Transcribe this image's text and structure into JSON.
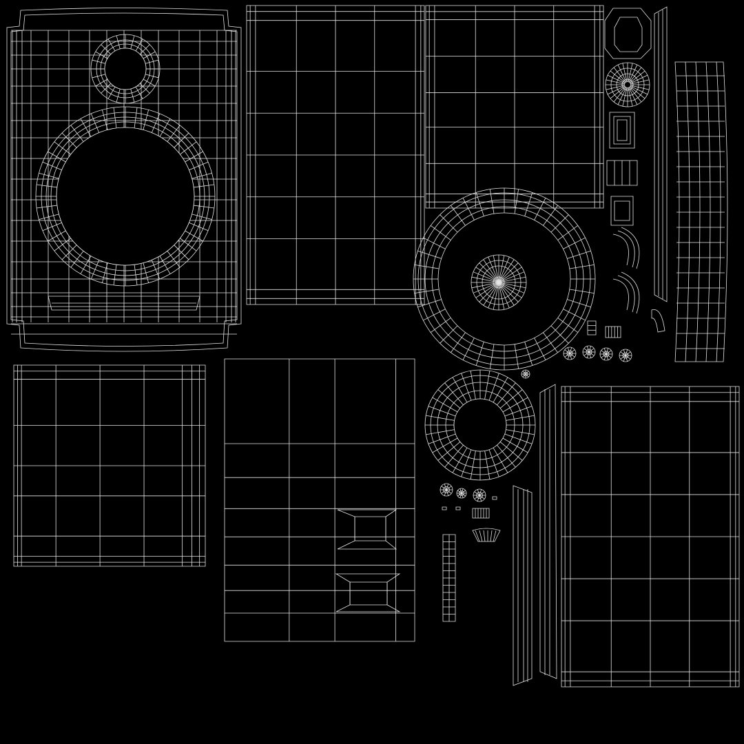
{
  "texture": {
    "background_color": "#000000",
    "wire_color": "#e6e6e6"
  },
  "islands": [
    {
      "id": "speaker-front-panel",
      "kind": "front-panel"
    },
    {
      "id": "side-panel-top-left",
      "kind": "grid-panel"
    },
    {
      "id": "side-panel-top-right",
      "kind": "grid-panel"
    },
    {
      "id": "knob-parts-column",
      "kind": "small-parts"
    },
    {
      "id": "curved-strip-right",
      "kind": "strip"
    },
    {
      "id": "woofer-cone",
      "kind": "ring"
    },
    {
      "id": "back-panel-left",
      "kind": "grid-panel"
    },
    {
      "id": "back-panel-ports",
      "kind": "grid-panel"
    },
    {
      "id": "tweeter-ring",
      "kind": "ring"
    },
    {
      "id": "small-screws",
      "kind": "small-parts"
    },
    {
      "id": "thin-strips-bottom",
      "kind": "strip"
    },
    {
      "id": "side-panel-bottom-right",
      "kind": "grid-panel"
    }
  ]
}
